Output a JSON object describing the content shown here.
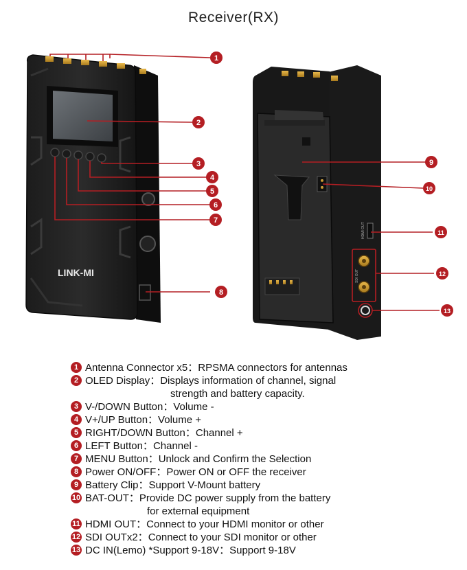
{
  "title": "Receiver(RX)",
  "brand": "LINK-MI",
  "port_labels": {
    "hdmi": "HDMI OUT",
    "sdi": "SDI OUT"
  },
  "callouts": [
    "1",
    "2",
    "3",
    "4",
    "5",
    "6",
    "7",
    "8",
    "9",
    "10",
    "11",
    "12",
    "13"
  ],
  "legend": [
    {
      "num": "1",
      "label": "Antenna Connector x5：",
      "desc": "RPSMA connectors for antennas"
    },
    {
      "num": "2",
      "label": "OLED Display：",
      "desc": "Displays information of channel, signal",
      "cont": "strength and battery capacity."
    },
    {
      "num": "3",
      "label": "V-/DOWN Button：",
      "desc": "Volume -"
    },
    {
      "num": "4",
      "label": "V+/UP Button：",
      "desc": "Volume +"
    },
    {
      "num": "5",
      "label": "RIGHT/DOWN Button：",
      "desc": "Channel +"
    },
    {
      "num": "6",
      "label": "LEFT Button：",
      "desc": "Channel -"
    },
    {
      "num": "7",
      "label": "MENU Button：",
      "desc": "Unlock and Confirm the Selection"
    },
    {
      "num": "8",
      "label": "Power ON/OFF：",
      "desc": "Power ON or OFF the receiver"
    },
    {
      "num": "9",
      "label": "Battery Clip：",
      "desc": "Support V-Mount battery"
    },
    {
      "num": "10",
      "label": "BAT-OUT：",
      "desc": "Provide DC power supply from the battery",
      "cont": "for external equipment"
    },
    {
      "num": "11",
      "label": "HDMI OUT：",
      "desc": "Connect to your HDMI monitor or other"
    },
    {
      "num": "12",
      "label": "SDI OUTx2：",
      "desc": "Connect to your SDI monitor or other"
    },
    {
      "num": "13",
      "label": "DC IN(Lemo) *Support 9-18V：",
      "desc": "Support 9-18V"
    }
  ]
}
